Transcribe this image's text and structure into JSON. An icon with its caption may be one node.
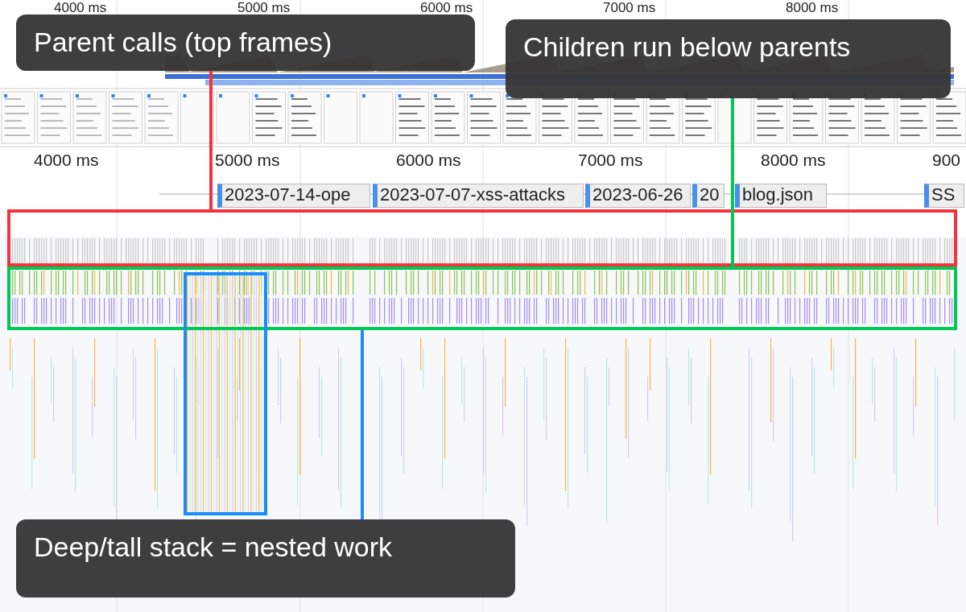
{
  "diagram": {
    "nodes": [
      {
        "text": [
          "Parent calls (top frames)"
        ]
      },
      {
        "text": [
          "Children run below parents"
        ]
      },
      {
        "text": [
          "2023-07-14-ope"
        ]
      },
      {
        "text": [
          "2023-07-07-xss-attacks"
        ]
      },
      {
        "text": [
          "2023-06-26"
        ]
      },
      {
        "text": [
          "20"
        ]
      },
      {
        "text": [
          "blog.json"
        ]
      },
      {
        "text": [
          "SS"
        ]
      },
      {
        "text": [],
        "shape": "box"
      },
      {
        "text": [],
        "shape": "box"
      },
      {
        "text": [],
        "shape": "box"
      },
      {
        "text": [
          "Deep/tall stack = nested work"
        ]
      }
    ],
    "edges": [
      {
        "from": 0,
        "to": 8,
        "arrow": "none",
        "color": "#f5333f"
      },
      {
        "from": 1,
        "to": 9,
        "arrow": "none",
        "color": "#00c853"
      },
      {
        "from": 11,
        "to": 9,
        "arrow": "none",
        "color": "#1a8cff"
      }
    ],
    "labels": [
      "4000 ms",
      "5000 ms",
      "6000 ms",
      "7000 ms",
      "8000 ms",
      "4000 ms",
      "5000 ms",
      "6000 ms",
      "7000 ms",
      "8000 ms",
      "900"
    ]
  }
}
